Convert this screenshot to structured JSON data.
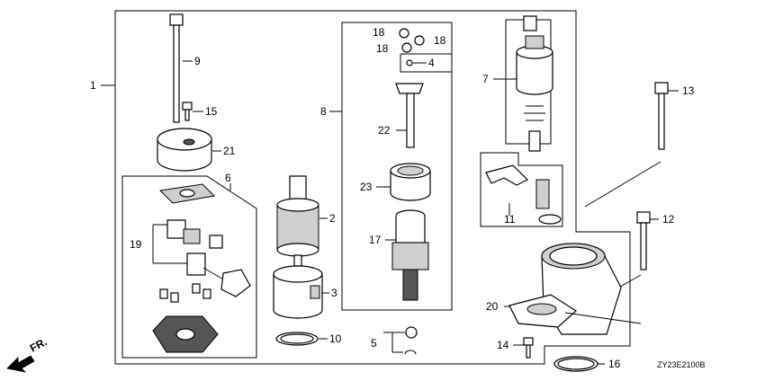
{
  "diagram": {
    "callouts": {
      "c1": "1",
      "c2": "2",
      "c3": "3",
      "c4": "4",
      "c5": "5",
      "c6": "6",
      "c7": "7",
      "c8": "8",
      "c9": "9",
      "c10": "10",
      "c11": "11",
      "c12": "12",
      "c13": "13",
      "c14": "14",
      "c15": "15",
      "c16": "16",
      "c17": "17",
      "c18a": "18",
      "c18b": "18",
      "c18c": "18",
      "c19": "19",
      "c20": "20",
      "c21": "21",
      "c22": "22",
      "c23": "23"
    },
    "fr_label": "FR.",
    "diagram_code": "ZY23E2100B"
  }
}
